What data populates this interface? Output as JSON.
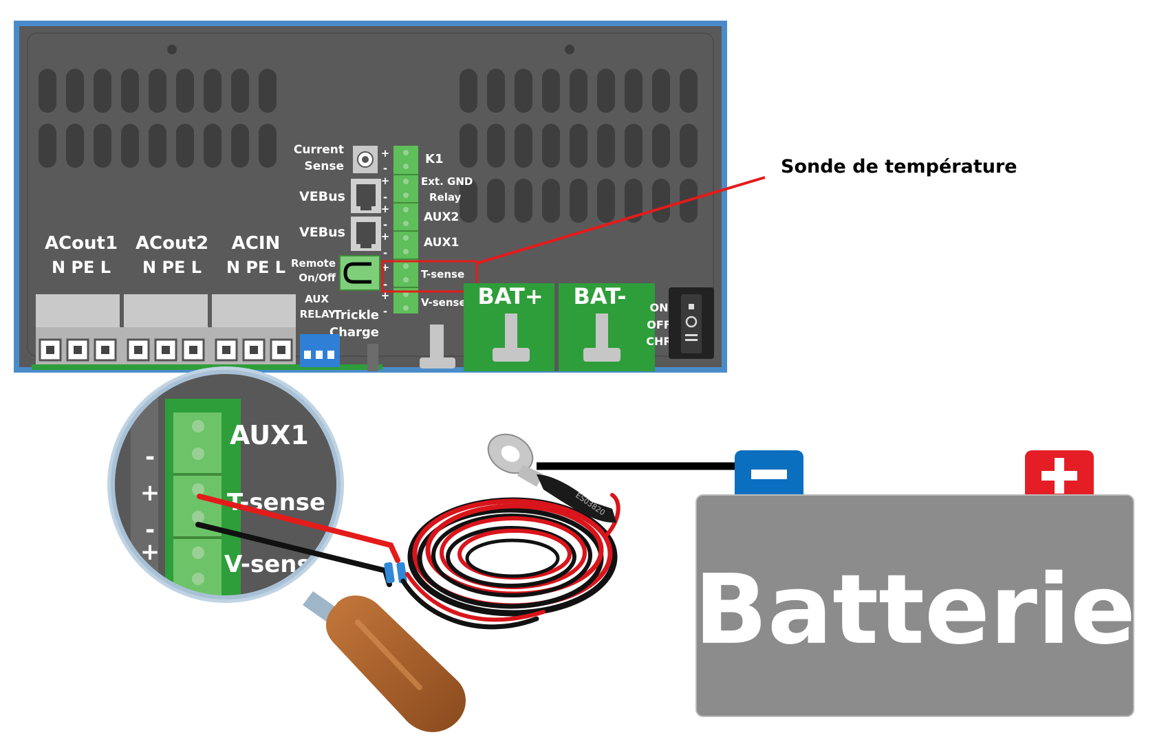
{
  "annotation": {
    "temperature_probe": "Sonde de température"
  },
  "panel": {
    "terminal_blocks": [
      {
        "name": "ACout1",
        "pins": "N PE L"
      },
      {
        "name": "ACout2",
        "pins": "N PE L"
      },
      {
        "name": "ACIN",
        "pins": "N PE L"
      }
    ],
    "current_sense": [
      "Current",
      "Sense"
    ],
    "vebus": [
      "VEBus",
      "VEBus"
    ],
    "remote": [
      "Remote",
      "On/Off"
    ],
    "aux_relay": [
      "AUX",
      "RELAY"
    ],
    "trickle": [
      "Trickle",
      "Charge"
    ],
    "connector_labels": {
      "k1": "K1",
      "ext_gnd": "Ext. GND",
      "relay": "Relay",
      "aux2": "AUX2",
      "aux1": "AUX1",
      "tsense": "T-sense",
      "vsense": "V-sense"
    },
    "polarity": {
      "plus": "+",
      "minus": "-"
    },
    "bat_plus": "BAT+",
    "bat_minus": "BAT-",
    "switch_labels": [
      "ON",
      "OFF",
      "CHR"
    ]
  },
  "magnifier": {
    "aux1": "AUX1",
    "tsense": "T-sense",
    "vsense": "V-sense",
    "signs": [
      "-",
      "+",
      "-",
      "+"
    ]
  },
  "cable": {
    "marking": "ES03820"
  },
  "battery": {
    "label": "Batterie",
    "minus_symbol": "−",
    "plus_symbol": "+"
  },
  "colors": {
    "panel_border": "#4a8cc9",
    "panel": "#585858",
    "connector_green": "#2e9e3a",
    "highlight_red": "#e41b1b",
    "battery_body": "#8c8c8c",
    "battery_minus": "#0a6fbf",
    "battery_plus": "#e51e25"
  }
}
